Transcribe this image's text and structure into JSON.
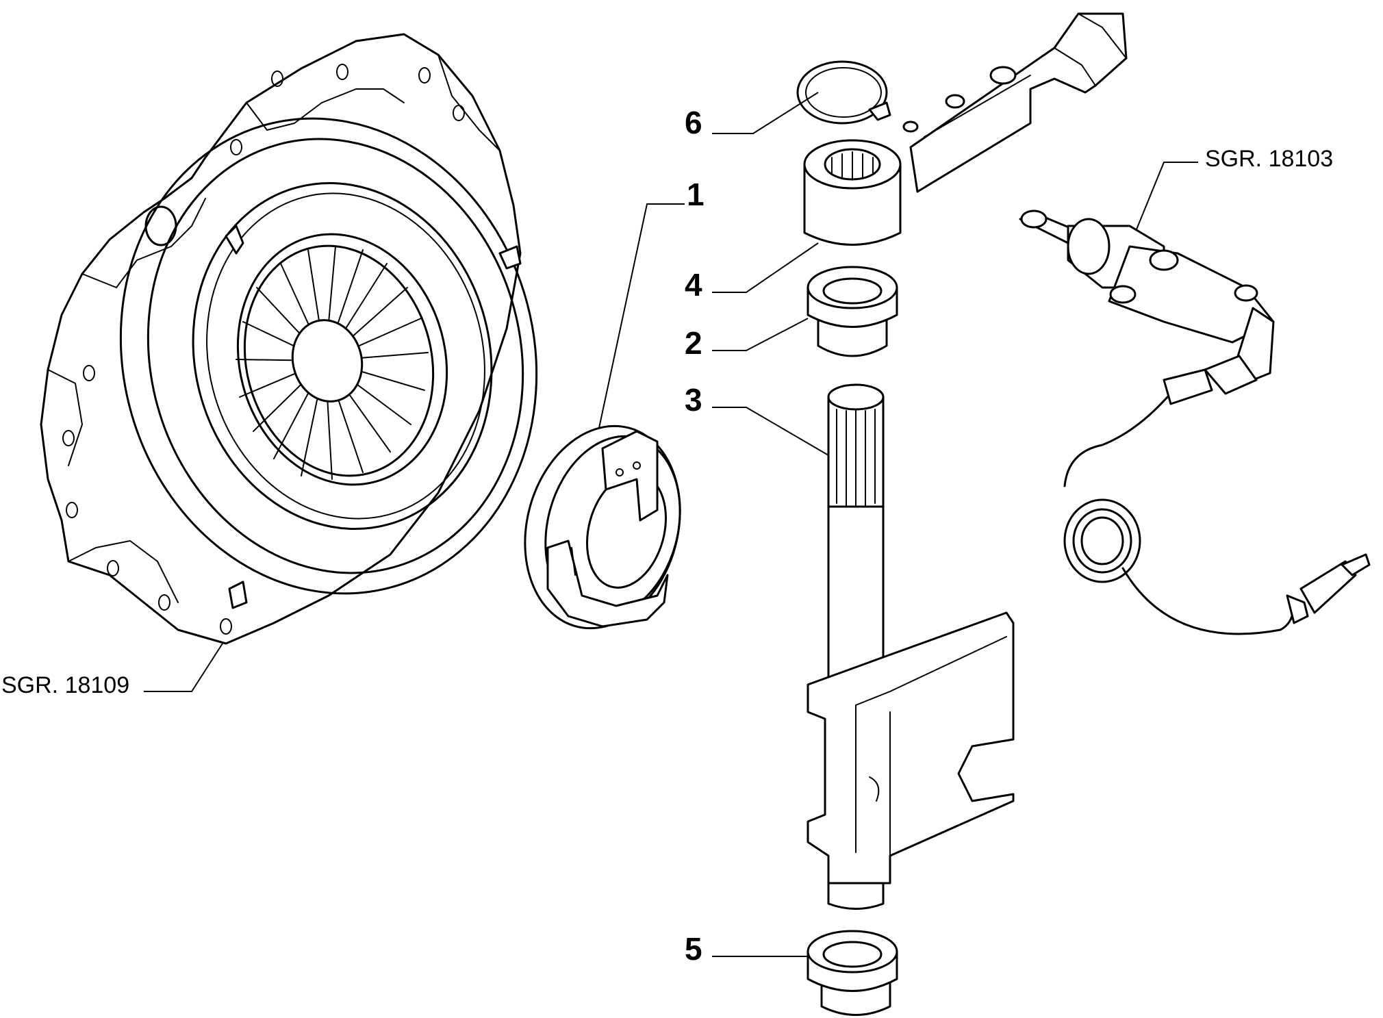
{
  "callouts": {
    "c1": "1",
    "c2": "2",
    "c3": "3",
    "c4": "4",
    "c5": "5",
    "c6": "6"
  },
  "references": {
    "pressure_plate": "SGR. 18109",
    "master_cylinder": "SGR. 18103"
  }
}
